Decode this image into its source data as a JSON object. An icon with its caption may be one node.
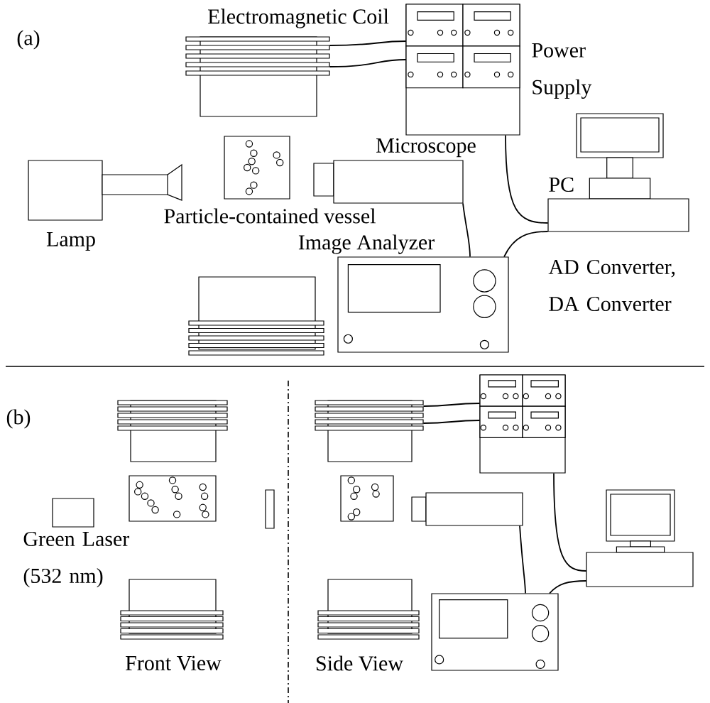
{
  "diagram": {
    "nodes": [
      {
        "text": [
          "Electromagnetic Coil"
        ]
      },
      {
        "text": [
          "Power Supply"
        ]
      },
      {
        "text": [
          "Lamp"
        ]
      },
      {
        "text": [
          "Particle-contained vessel"
        ]
      },
      {
        "text": [
          "Microscope"
        ]
      },
      {
        "text": [
          "PC"
        ],
        "beside": [
          "AD Converter, DA Converter"
        ]
      },
      {
        "text": [
          "Image Analyzer"
        ]
      },
      {
        "text": [],
        "shape": "coil"
      },
      {
        "text": [],
        "shape": "coil"
      },
      {
        "text": [],
        "shape": "vessel"
      },
      {
        "text": [
          "Green Laser (532 nm)"
        ]
      },
      {
        "text": [],
        "shape": "plate"
      },
      {
        "text": [],
        "shape": "coil"
      },
      {
        "text": [],
        "shape": "coil"
      },
      {
        "text": [],
        "shape": "vessel"
      },
      {
        "text": [],
        "shape": "microscope"
      },
      {
        "text": [],
        "shape": "coil"
      },
      {
        "text": [],
        "shape": "box"
      },
      {
        "text": [],
        "shape": "computer"
      },
      {
        "text": [],
        "shape": "oscilloscope"
      }
    ],
    "edges": [
      {
        "from": 0,
        "to": 1,
        "arrow": "none"
      },
      {
        "from": 0,
        "to": 1,
        "arrow": "none"
      },
      {
        "from": 1,
        "to": 5,
        "arrow": "none"
      },
      {
        "from": 4,
        "to": 6,
        "arrow": "none"
      },
      {
        "from": 6,
        "to": 5,
        "arrow": "none"
      },
      {
        "from": 13,
        "to": 17,
        "arrow": "none"
      },
      {
        "from": 13,
        "to": 17,
        "arrow": "none"
      },
      {
        "from": 17,
        "to": 18,
        "arrow": "none"
      },
      {
        "from": 15,
        "to": 19,
        "arrow": "none"
      },
      {
        "from": 19,
        "to": 18,
        "arrow": "none"
      }
    ],
    "labels": [
      "(a)",
      "(b)",
      "Front View",
      "Side View"
    ]
  }
}
